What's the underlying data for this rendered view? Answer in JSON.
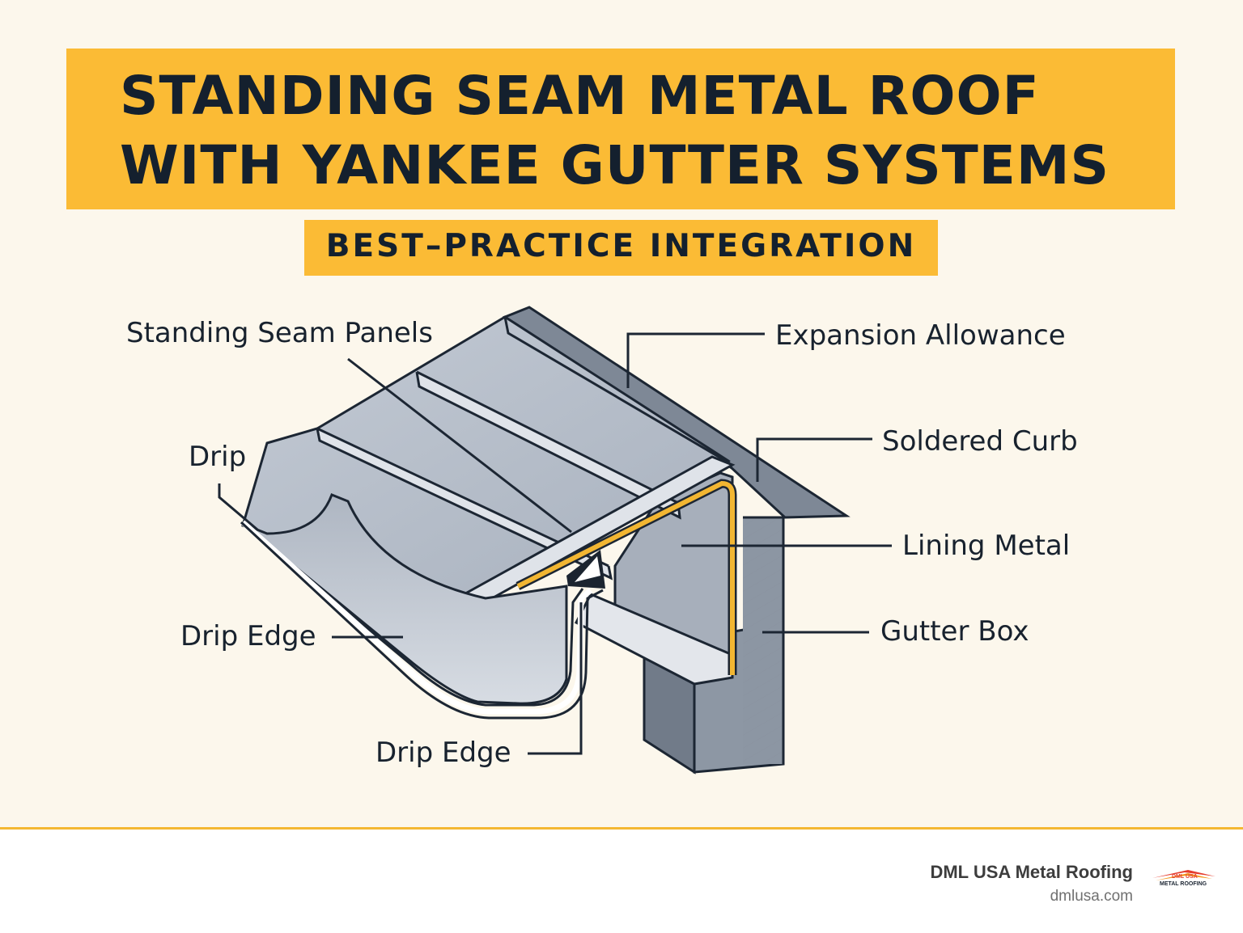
{
  "title": {
    "line1": "STANDING SEAM METAL ROOF",
    "line2": "WITH YANKEE GUTTER SYSTEMS"
  },
  "subtitle": "BEST–PRACTICE INTEGRATION",
  "labels": {
    "standing_seam_panels": "Standing Seam Panels",
    "expansion_allowance": "Expansion Allowance",
    "soldered_curb": "Soldered Curb",
    "drip": "Drip",
    "lining_metal": "Lining Metal",
    "gutter_box": "Gutter Box",
    "drip_edge_left": "Drip Edge",
    "drip_edge_bottom": "Drip Edge"
  },
  "footer": {
    "company": "DML USA Metal Roofing",
    "website": "dmlusa.com",
    "logo_text_top": "DML USA",
    "logo_text_bottom": "METAL ROOFING"
  },
  "colors": {
    "banner": "#fbbb35",
    "background": "#fcf7ec",
    "ink": "#14202e",
    "metal": "#b9c1cc",
    "lining": "#f2b632"
  }
}
